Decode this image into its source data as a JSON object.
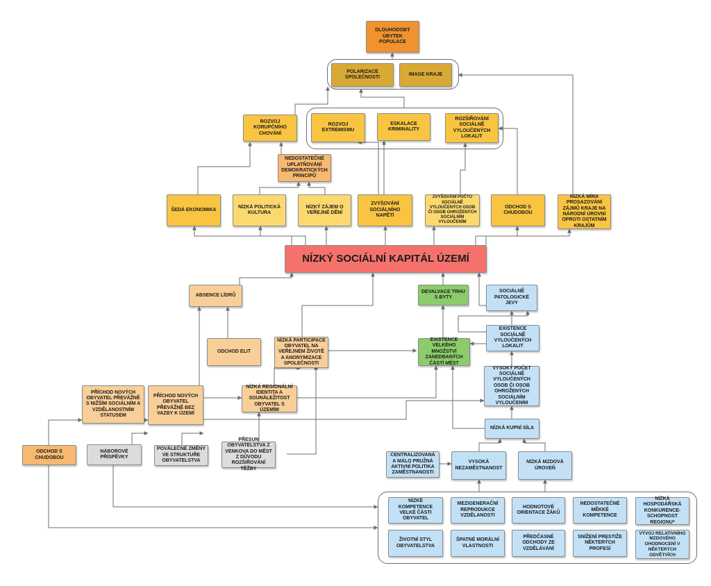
{
  "nodes": {
    "dlouhodoby_ubytek": "DLOUHODOBÝ ÚBYTEK POPULACE",
    "polarizace": "POLARIZACE SPOLEČNOSTI",
    "image_kraje": "IMAGE KRAJE",
    "rozvoj_korupcniho": "ROZVOJ KORUPČNÍHO CHOVÁNÍ",
    "rozvoj_extremismu": "ROZVOJ EXTREMISMU",
    "eskalace_kriminality": "ESKALACE KRIMINALITY",
    "rozsirovani_lokalit": "ROZŠIŘOVÁNÍ SOCIÁLNĚ VYLOUČENÝCH LOKALIT",
    "nedostatecne_uplatnovani": "NEDOSTATEČNÉ UPLATŇOVÁNÍ DEMOKRATICKÝCH PRINCIPŮ",
    "seda_ekonomika": "ŠEDÁ EKONOMIKA",
    "nizka_politicka_kultura": "NÍZKÁ POLITICKÁ KULTURA",
    "nizky_zajem": "NÍZKÝ ZÁJEM O VEŘEJNÉ DĚNÍ",
    "zvysovani_napeti": "ZVYŠOVÁNÍ SOCIÁLNÍHO NAPĚTÍ",
    "zvysovani_poctu": "ZVYŠOVÁNÍ POČTU SOCIÁLNĚ VYLOUČENÝCH OSOB ČI OSOB OHROŽENÝCH SOCIÁLNÍM VYLOUČENÍM",
    "odchod_s_chudobou_top": "ODCHOD S CHUDOBOU",
    "nizka_mira_prosazovani": "NÍZKÁ MÍRA PROSAZOVÁNÍ ZÁJMŮ KRAJE NA NÁRODNÍ ÚROVNI OPROTI OSTATNÍM KRAJŮM",
    "nizky_socialni_kapital": "NÍZKÝ SOCIÁLNÍ KAPITÁL ÚZEMÍ",
    "absence_lidru": "ABSENCE LÍDRŮ",
    "devalvace_trhu": "DEVALVACE TRHU S BYTY",
    "socialne_patologicke": "SOCIÁLNĚ PATOLOGICKÉ JEVY",
    "odchod_elit": "ODCHOD ELIT",
    "nizka_participace": "NÍZKÁ PARTICIPACE OBYVATEL NA VEŘEJNÉM ŽIVOTĚ A ANONYMIZACE SPOLEČNOSTI",
    "existence_mnozstvi": "EXISTENCE VELKÉHO MNOŽSTVÍ ZANEDBANÝCH ČÁSTÍ MĚST",
    "existence_lokalit": "EXISTENCE SOCIÁLNĚ VYLOUČENÝCH LOKALIT",
    "vysoky_pocet": "VYSOKÝ POČET SOCIÁLNĚ VYLOUČENÝCH OSOB ČI OSOB OHROŽENÝCH SOCIÁLNÍM VYLOUČENÍM",
    "prichod_nizsim": "PŘÍCHOD NOVÝCH OBYVATEL PŘEVÁŽNĚ S NIŽŠÍM SOCIÁLNÍM A VZDĚLANOSTNÍM STATUSEM",
    "prichod_bez_vazby": "PŘÍCHOD NOVÝCH OBYVATEL PŘEVÁŽNĚ BEZ VAZBY K ÚZEMÍ",
    "nizka_regionalni": "NÍZKÁ REGIONÁLNÍ IDENTITA A SOUNÁLEŽITOST OBYVATEL S ÚZEMÍM",
    "nizka_kupni_sila": "NÍZKÁ KUPNÍ SÍLA",
    "odchod_s_chudobou_left": "ODCHOD S CHUDOBOU",
    "naborove_prispevky": "NÁBOROVÉ PŘÍSPĚVKY",
    "povalecne_zmeny": "POVÁLEČNÉ ZMĚNY VE STRUKTUŘE OBYVATELSTVA",
    "presun_obyvatelstva": "PŘESUN OBYVATELSTVA Z VENKOVA DO MĚST Z DŮVODU ROZŠIŘOVÁNÍ TĚŽBY",
    "centralizovana_politika": "CENTRALIZOVANÁ A MÁLO PRUŽNÁ AKTIVNÍ POLITIKA ZAMĚSTNANOSTI",
    "vysoka_nezamestnanost": "VYSOKÁ NEZAMĚSTNANOST",
    "nizka_mzdova": "NÍZKÁ MZDOVÁ ÚROVEŇ",
    "nizke_kompetence": "NÍZKÉ KOMPETENCE VELKÉ ČÁSTI OBYVATEL",
    "mezigeneracni": "MEZIGENERAČNÍ REPRODUKCE VZDĚLANOSTI",
    "hodnotove": "HODNOTOVÉ ORIENTACE ŽÁKŮ",
    "nedostatecne_mekke": "NEDOSTATEČNÉ MĚKKÉ KOMPETENCE",
    "nizka_hospodarska": "NÍZKÁ HOSPODÁŘSKÁ KONKURENCE-SCHOPNOST REGIONU*",
    "zivotni_styl": "ŽIVOTNÍ STYL OBYVATELSTVA",
    "spatne_moralni": "ŠPATNÉ MORÁLNÍ VLASTNOSTI",
    "predcasne_odchody": "PŘEDČASNÉ ODCHODY ZE VZDĚLÁVÁNÍ",
    "snizeni_prestize": "SNÍŽENÍ PRESTIŽE NĚKTERÝCH PROFESÍ",
    "vyvoj_relativniho": "VÝVOJ RELATIVNÍHO MZDOVÉHO OHODNOCENÍ V NĚKTERÝCH ODVĚTVÍCH"
  },
  "colors": {
    "outcome": "#f0932e",
    "impact": "#d9a935",
    "consequence": "#f8c442",
    "core_problem": "#f4726b",
    "cause": "#f8cf98",
    "housing": "#8ccc6a",
    "social": "#c2e1f7",
    "historic": "#dcdcdc",
    "connector": "#6d6d6d"
  }
}
